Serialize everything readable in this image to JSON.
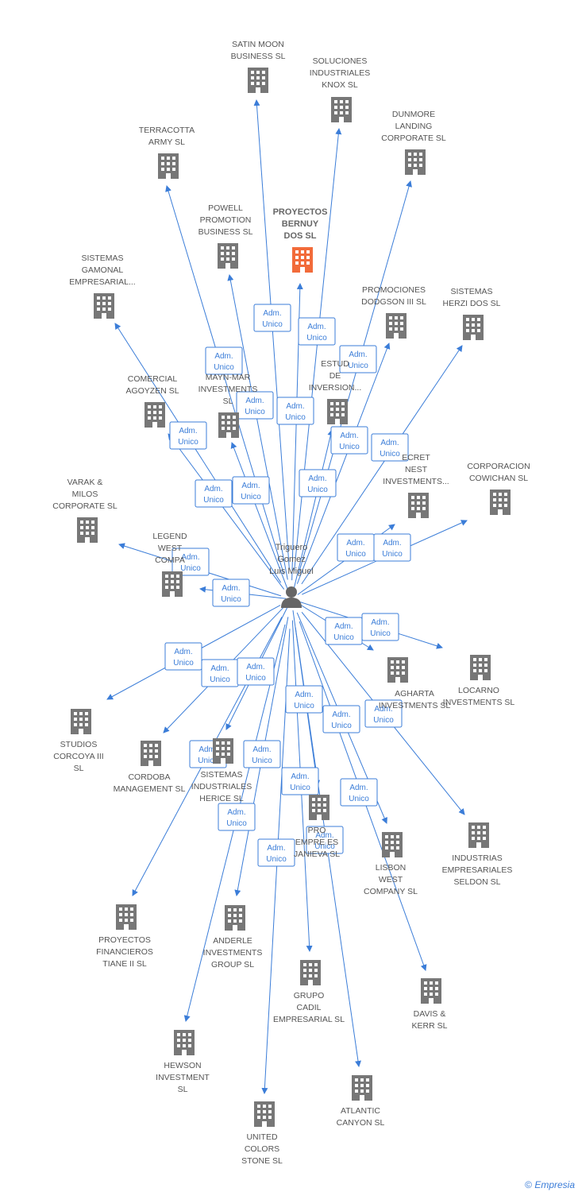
{
  "center": {
    "label_lines": [
      "Triguero",
      "Gomez",
      "Luis Miguel"
    ],
    "icon": "person-icon"
  },
  "edge_label_lines": [
    "Adm.",
    "Unico"
  ],
  "colors": {
    "edge": "#3b7dd8",
    "building": "#777777",
    "focus_building": "#f26b3a"
  },
  "nodes": [
    {
      "id": "satin-moon",
      "lines": [
        "SATIN MOON",
        "BUSINESS SL"
      ]
    },
    {
      "id": "soluciones-knox",
      "lines": [
        "SOLUCIONES",
        "INDUSTRIALES",
        "KNOX SL"
      ]
    },
    {
      "id": "dunmore",
      "lines": [
        "DUNMORE",
        "LANDING",
        "CORPORATE SL"
      ]
    },
    {
      "id": "terracotta",
      "lines": [
        "TERRACOTTA",
        "ARMY  SL"
      ]
    },
    {
      "id": "powell",
      "lines": [
        "POWELL",
        "PROMOTION",
        "BUSINESS  SL"
      ]
    },
    {
      "id": "proyectos-bernuy",
      "lines": [
        "PROYECTOS",
        "BERNUY",
        "DOS  SL"
      ],
      "focus": true
    },
    {
      "id": "sistemas-gamonal",
      "lines": [
        "SISTEMAS",
        "GAMONAL",
        "EMPRESARIAL..."
      ]
    },
    {
      "id": "promociones-dodgson",
      "lines": [
        "PROMOCIONES",
        "DODGSON III SL"
      ]
    },
    {
      "id": "sistemas-herzi",
      "lines": [
        "SISTEMAS",
        "HERZI DOS SL"
      ]
    },
    {
      "id": "comercial-agoyzen",
      "lines": [
        "COMERCIAL",
        "AGOYZEN SL"
      ]
    },
    {
      "id": "mayn-mar",
      "lines": [
        "MAYN-MAR",
        "INVESTMENTS",
        "SL"
      ]
    },
    {
      "id": "estudios-inversion",
      "lines": [
        "ESTUD",
        "DE",
        "INVERSION..."
      ]
    },
    {
      "id": "secret-nest",
      "lines": [
        "ECRET",
        "NEST",
        "INVESTMENTS..."
      ]
    },
    {
      "id": "corporacion-cowichan",
      "lines": [
        "CORPORACION",
        "COWICHAN SL"
      ]
    },
    {
      "id": "varak-milos",
      "lines": [
        "VARAK &",
        "MILOS",
        "CORPORATE SL"
      ]
    },
    {
      "id": "legend-west",
      "lines": [
        "LEGEND",
        "WEST",
        "COMPA"
      ]
    },
    {
      "id": "agharta",
      "lines": [
        "AGHARTA",
        "INVESTMENTS SL"
      ]
    },
    {
      "id": "locarno",
      "lines": [
        "LOCARNO",
        "INVESTMENTS SL"
      ]
    },
    {
      "id": "studios-corcoya",
      "lines": [
        "STUDIOS",
        "CORCOYA III",
        "SL"
      ]
    },
    {
      "id": "cordoba",
      "lines": [
        "CORDOBA",
        "MANAGEMENT SL"
      ]
    },
    {
      "id": "sistemas-herice",
      "lines": [
        "SISTEMAS",
        "INDUSTRIALES",
        "HERICE  SL"
      ]
    },
    {
      "id": "proyectos-janieva",
      "lines": [
        "PRO",
        "EMPRE      ES",
        "JANIEVA SL"
      ]
    },
    {
      "id": "lisbon-west",
      "lines": [
        "LISBON",
        "WEST",
        "COMPANY  SL"
      ]
    },
    {
      "id": "industrias-seldon",
      "lines": [
        "INDUSTRIAS",
        "EMPRESARIALES",
        "SELDON SL"
      ]
    },
    {
      "id": "proyectos-tiane",
      "lines": [
        "PROYECTOS",
        "FINANCIEROS",
        "TIANE II  SL"
      ]
    },
    {
      "id": "anderle",
      "lines": [
        "ANDERLE",
        "INVESTMENTS",
        "GROUP SL"
      ]
    },
    {
      "id": "grupo-cadil",
      "lines": [
        "GRUPO",
        "CADIL",
        "EMPRESARIAL SL"
      ]
    },
    {
      "id": "davis-kerr",
      "lines": [
        "DAVIS &",
        "KERR SL"
      ]
    },
    {
      "id": "hewson",
      "lines": [
        "HEWSON",
        "INVESTMENT",
        "SL"
      ]
    },
    {
      "id": "united-colors",
      "lines": [
        "UNITED",
        "COLORS",
        "STONE SL"
      ]
    },
    {
      "id": "atlantic-canyon",
      "lines": [
        "ATLANTIC",
        "CANYON SL"
      ]
    }
  ],
  "copyright": {
    "symbol": "©",
    "brand": "Empresia"
  }
}
